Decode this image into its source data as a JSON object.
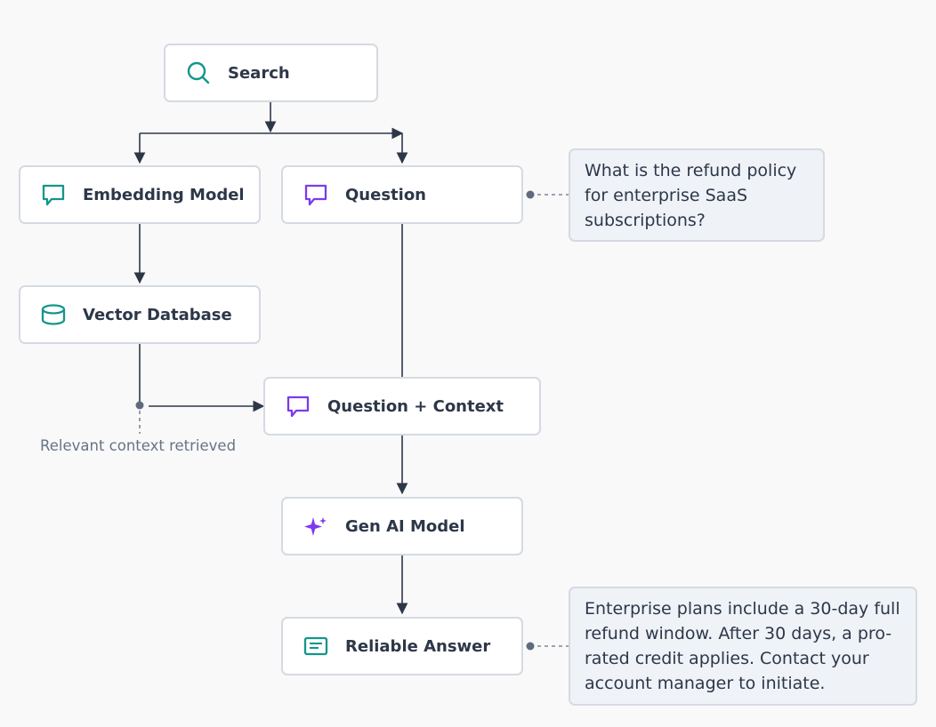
{
  "nodes": {
    "search": {
      "label": "Search"
    },
    "embedding_model": {
      "label": "Embedding Model"
    },
    "question": {
      "label": "Question"
    },
    "vector_database": {
      "label": "Vector Database"
    },
    "question_context": {
      "label": "Question + Context"
    },
    "gen_ai_model": {
      "label": "Gen AI Model"
    },
    "reliable_answer": {
      "label": "Reliable Answer"
    }
  },
  "callouts": {
    "question_text": "What is the refund policy for enterprise SaaS subscriptions?",
    "answer_text": "Enterprise plans include a 30-day full refund window. After 30 days, a pro-rated credit applies. Contact your account manager to initiate."
  },
  "annotations": {
    "retrieval_note": "Relevant context retrieved"
  },
  "colors": {
    "teal_icon": "#13968a",
    "purple_icon": "#7c3aed",
    "connector": "#2d3748",
    "dashed_connector": "#7a8799"
  },
  "icons": {
    "search": "search-icon",
    "embedding_model": "chat-bubble-icon",
    "question": "chat-bubble-icon",
    "vector_database": "database-icon",
    "question_context": "chat-bubble-icon",
    "gen_ai_model": "sparkle-icon",
    "reliable_answer": "message-text-icon"
  }
}
